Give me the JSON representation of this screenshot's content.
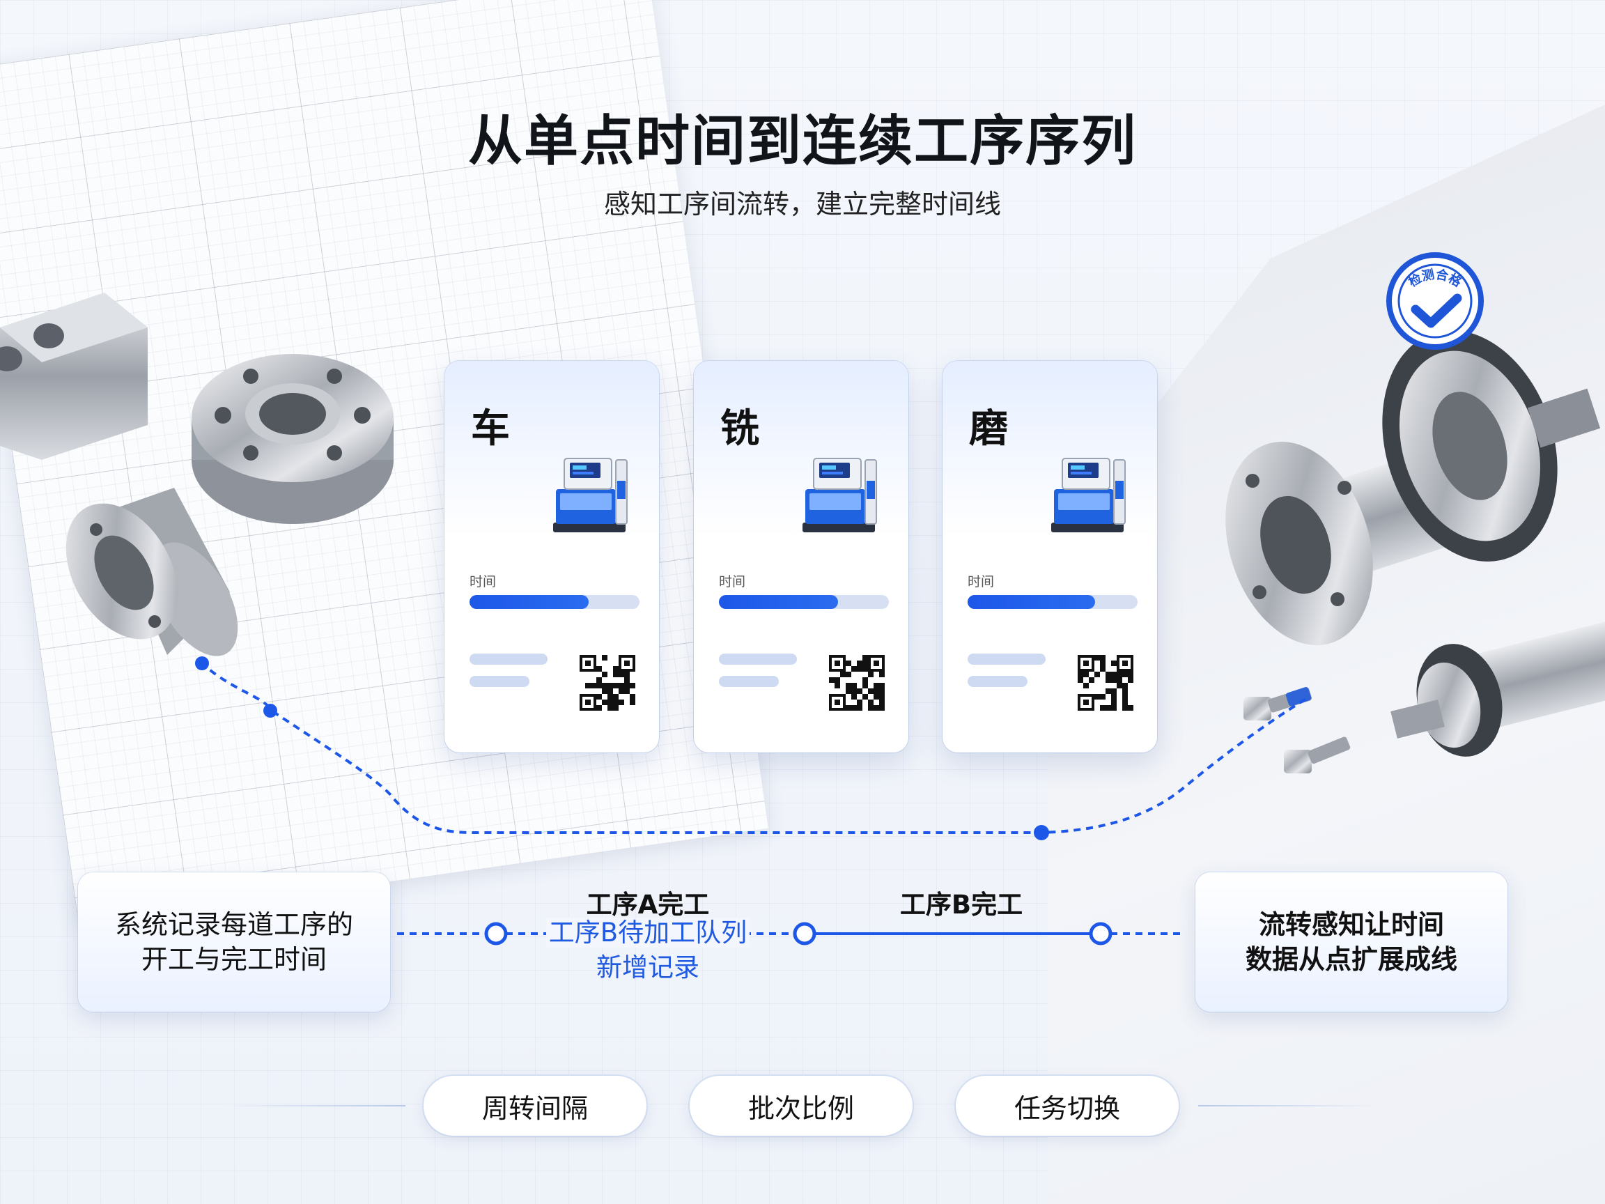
{
  "header": {
    "title": "从单点时间到连续工序序列",
    "subtitle": "感知工序间流转，建立完整时间线"
  },
  "cards": [
    {
      "title": "车",
      "time_label": "时间",
      "progress": 0.7
    },
    {
      "title": "铣",
      "time_label": "时间",
      "progress": 0.7
    },
    {
      "title": "磨",
      "time_label": "时间",
      "progress": 0.75
    }
  ],
  "timeline": {
    "left_box": [
      "系统记录每道工序的",
      "开工与完工时间"
    ],
    "right_box": [
      "流转感知让时间",
      "数据从点扩展成线"
    ],
    "step_a": "工序A完工",
    "step_a_note": [
      "工序B待加工队列",
      "新增记录"
    ],
    "step_b": "工序B完工"
  },
  "badge": {
    "text": "检测合格"
  },
  "pills": [
    "周转间隔",
    "批次比例",
    "任务切换"
  ],
  "colors": {
    "accent": "#1d57e8",
    "text": "#111418"
  }
}
